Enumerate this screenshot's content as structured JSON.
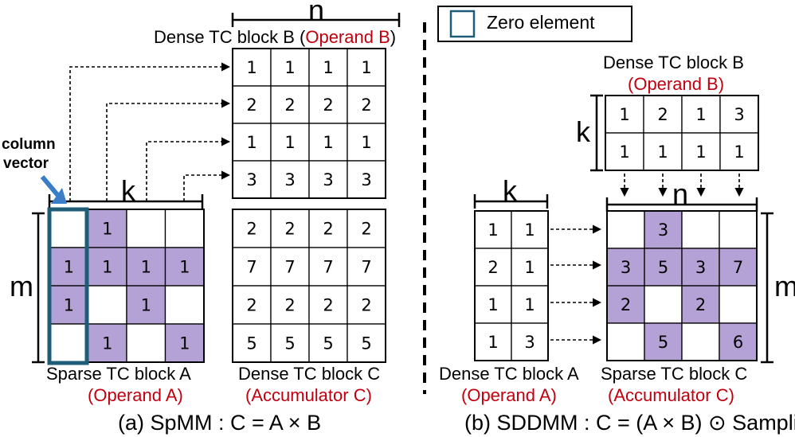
{
  "colors": {
    "purple": "#b4a2d6",
    "red": "#c0000f",
    "outline_blue": "#1e5c78",
    "arrow_blue": "#3a7ec8"
  },
  "legend": {
    "label": "Zero element"
  },
  "left": {
    "operand_b_title": "Dense TC block B (",
    "operand_b_red": "Operand B",
    "operand_b_close": ")",
    "dim_n": "n",
    "dim_k": "k",
    "dim_m": "m",
    "column_vector_1": "column",
    "column_vector_2": "vector",
    "label_a": "Sparse TC block A",
    "label_a_red": "Operand A",
    "label_c": "Dense TC block C",
    "label_c_red": "Accumulator C",
    "caption": "(a) SpMM : C = A × B",
    "matrix_b": [
      [
        "1",
        "1",
        "1",
        "1"
      ],
      [
        "2",
        "2",
        "2",
        "2"
      ],
      [
        "1",
        "1",
        "1",
        "1"
      ],
      [
        "3",
        "3",
        "3",
        "3"
      ]
    ],
    "matrix_a": [
      [
        "",
        "1",
        "",
        ""
      ],
      [
        "1",
        "1",
        "1",
        "1"
      ],
      [
        "1",
        "",
        "1",
        ""
      ],
      [
        "",
        "1",
        "",
        "1"
      ]
    ],
    "matrix_c": [
      [
        "2",
        "2",
        "2",
        "2"
      ],
      [
        "7",
        "7",
        "7",
        "7"
      ],
      [
        "2",
        "2",
        "2",
        "2"
      ],
      [
        "5",
        "5",
        "5",
        "5"
      ]
    ]
  },
  "right": {
    "operand_b_title": "Dense TC block B",
    "operand_b_red": "Operand B",
    "dim_k_b": "k",
    "dim_k_a": "k",
    "dim_n": "n",
    "dim_m": "m",
    "label_a": "Dense TC block A",
    "label_a_red": "Operand A",
    "label_c": "Sparse TC block C",
    "label_c_red": "Accumulator C",
    "caption": "(b) SDDMM : C = (A × B) ⊙ Sampling",
    "matrix_b": [
      [
        "1",
        "2",
        "1",
        "3"
      ],
      [
        "1",
        "1",
        "1",
        "1"
      ]
    ],
    "matrix_a": [
      [
        "1",
        "1"
      ],
      [
        "2",
        "1"
      ],
      [
        "1",
        "1"
      ],
      [
        "1",
        "3"
      ]
    ],
    "matrix_c": [
      [
        "",
        "3",
        "",
        ""
      ],
      [
        "3",
        "5",
        "3",
        "7"
      ],
      [
        "2",
        "",
        "2",
        ""
      ],
      [
        "",
        "5",
        "",
        "6"
      ]
    ]
  }
}
